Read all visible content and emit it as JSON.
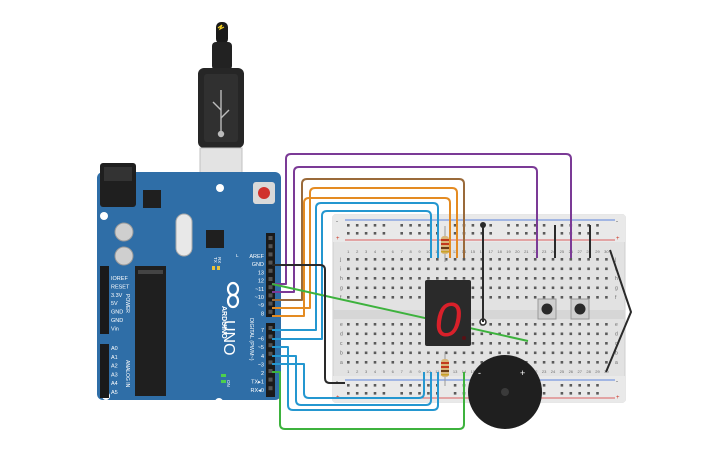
{
  "arduino": {
    "brand": "ARDUINO",
    "model": "UNO",
    "label_digital": "DIGITAL (PWM~)",
    "label_power": "POWER",
    "label_analog": "ANALOG IN",
    "label_tx": "TX",
    "label_rx": "RX",
    "label_l": "L",
    "label_on": "ON",
    "header_top": [
      "AREF",
      "GND",
      "13",
      "12",
      "~11",
      "~10",
      "~9",
      "8"
    ],
    "header_bottom": [
      "7",
      "~6",
      "~5",
      "4",
      "~3",
      "2",
      "TX▸1",
      "RX◂0"
    ],
    "power_pins": [
      "IOREF",
      "RESET",
      "3.3V",
      "5V",
      "GND",
      "GND",
      "Vin"
    ],
    "analog_pins": [
      "A0",
      "A1",
      "A2",
      "A3",
      "A4",
      "A5"
    ]
  },
  "breadboard": {
    "column_numbers": [
      "1",
      "2",
      "3",
      "4",
      "5",
      "6",
      "7",
      "8",
      "9",
      "10",
      "11",
      "12",
      "13",
      "14",
      "15",
      "16",
      "17",
      "18",
      "19",
      "20",
      "21",
      "22",
      "23",
      "24",
      "25",
      "26",
      "27",
      "28",
      "29",
      "30"
    ],
    "row_letters_top": [
      "j",
      "i",
      "h",
      "g",
      "f"
    ],
    "row_letters_bottom": [
      "e",
      "d",
      "c",
      "b",
      "a"
    ],
    "rail_plus": "+",
    "rail_minus": "-"
  },
  "display": {
    "digit": "0"
  },
  "colors": {
    "board": "#2f6ea7",
    "wire_purple": "#7b3a96",
    "wire_brown": "#9a6a3a",
    "wire_orange": "#e48b22",
    "wire_blue": "#2497d0",
    "wire_green": "#3db23d",
    "wire_black": "#2a2a2a",
    "segment_red": "#d8202a"
  }
}
